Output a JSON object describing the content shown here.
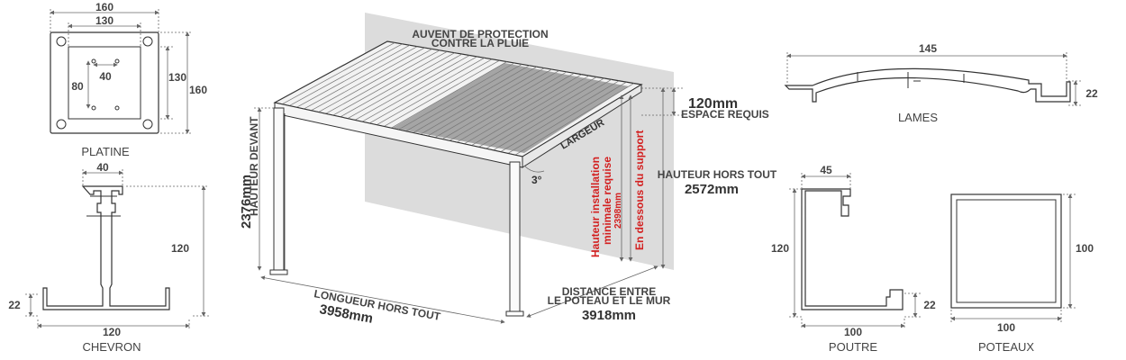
{
  "platine": {
    "w_outer": "160",
    "w_inner": "130",
    "h_inner": "130",
    "h_outer": "160",
    "gap": "40",
    "h_small": "80",
    "caption": "PLATINE"
  },
  "chevron": {
    "top": "40",
    "height": "120",
    "flange": "22",
    "bottom": "120",
    "caption": "CHEVRON"
  },
  "pergola": {
    "auvent_line1": "AUVENT DE PROTECTION",
    "auvent_line2": "CONTRE LA PLUIE",
    "espace_value": "120mm",
    "espace_label": "ESPACE REQUIS",
    "largeur": "LARGEUR",
    "angle": "3°",
    "hauteur_devant_value": "2376mm",
    "hauteur_devant_label": "HAUTEUR DEVANT",
    "hauteur_tout_label": "HAUTEUR HORS TOUT",
    "hauteur_tout_value": "2572mm",
    "install_line1": "Hauteur installation",
    "install_line2": "minimale requise",
    "install_line3": "2398mm",
    "support": "En dessous du support",
    "longueur_label": "LONGUEUR HORS TOUT",
    "longueur_value": "3958mm",
    "distance_line1": "DISTANCE ENTRE",
    "distance_line2": "LE POTEAU ET LE MUR",
    "distance_value": "3918mm"
  },
  "lames": {
    "width": "145",
    "height": "22",
    "caption": "LAMES"
  },
  "poutre": {
    "top": "45",
    "height": "120",
    "flange": "22",
    "bottom": "100",
    "caption": "POUTRE"
  },
  "poteaux": {
    "height": "100",
    "bottom": "100",
    "caption": "POTEAUX"
  }
}
